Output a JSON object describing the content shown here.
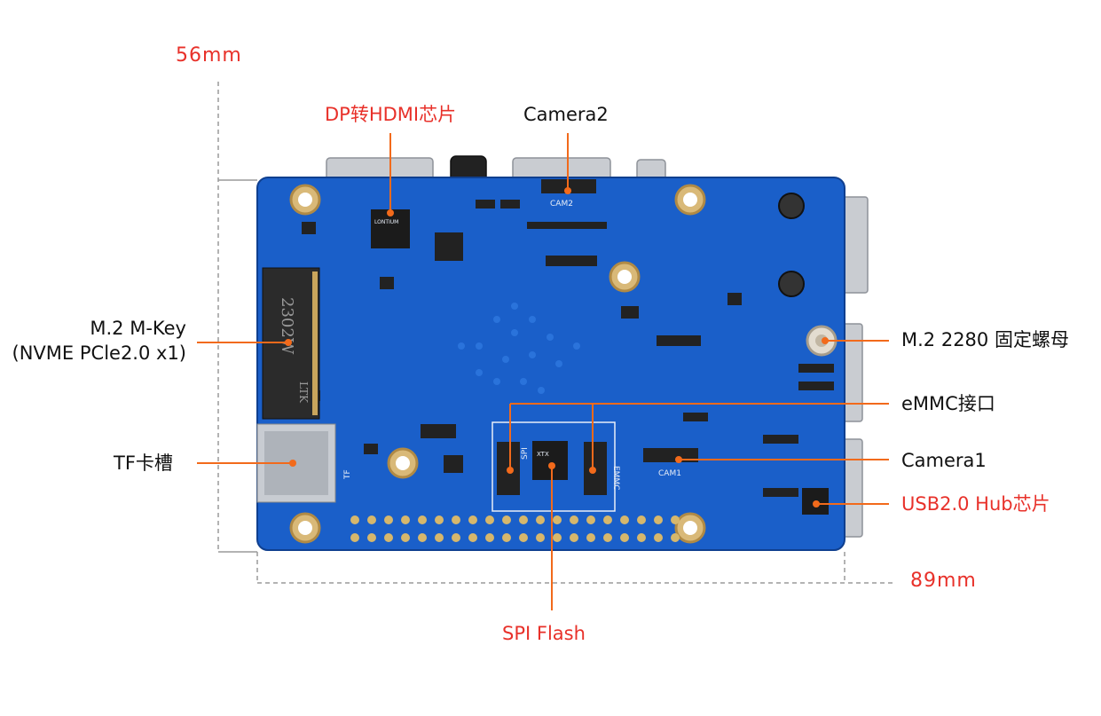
{
  "diagram": {
    "dimensions": {
      "height": "56mm",
      "width": "89mm"
    },
    "callouts": {
      "dp_hdmi_chip": "DP转HDMI芯片",
      "camera2": "Camera2",
      "m2_mkey_line1": "M.2 M-Key",
      "m2_mkey_line2": "(NVME PCle2.0 x1)",
      "tf_slot": "TF卡槽",
      "m2_nut": "M.2 2280 固定螺母",
      "emmc": "eMMC接口",
      "camera1": "Camera1",
      "usb_hub": "USB2.0 Hub芯片",
      "spi_flash": "SPI Flash"
    },
    "silkscreen": {
      "ssd_code": "2302W",
      "ssd_brand": "LTK",
      "cam2": "CAM2",
      "cam1": "CAM1",
      "spi": "SPI",
      "emmc": "EMMC",
      "tf": "TF",
      "chip_lontium": "LONTIUM",
      "chip_xtx": "XTX"
    },
    "colors": {
      "pcb": "#1a5fc9",
      "pcb_dark": "#0f3f8f",
      "accent_red": "#e8312a",
      "leader_orange": "#f26a1b",
      "dim_line": "#9a9a9a"
    }
  }
}
